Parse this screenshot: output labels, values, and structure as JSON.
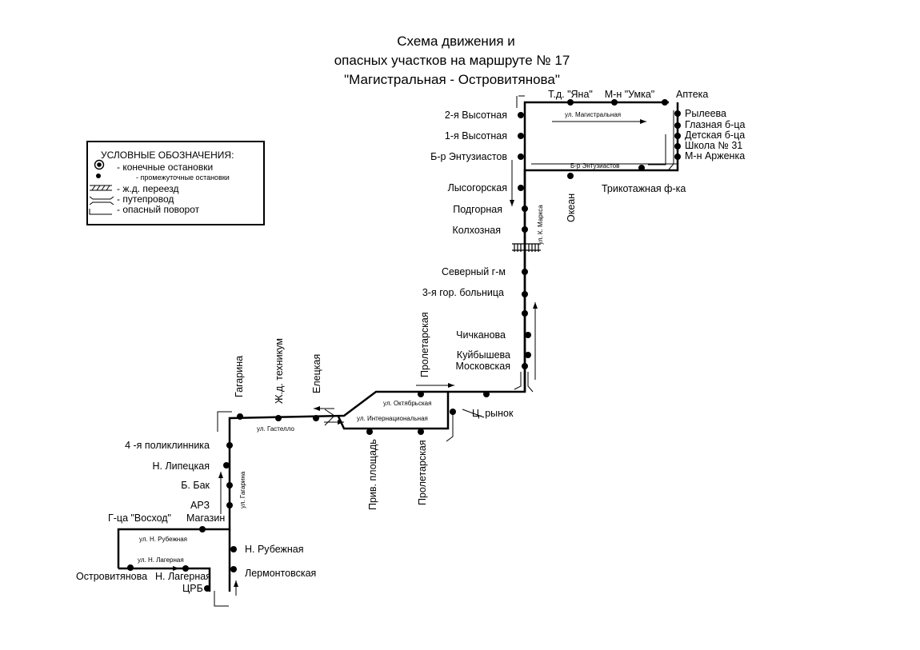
{
  "title": {
    "line1": "Схема  движения и",
    "line2": "опасных участков на маршруте № 17",
    "line3": "\"Магистральная - Островитянова\""
  },
  "legend": {
    "heading": "УСЛОВНЫЕ ОБОЗНАЧЕНИЯ:",
    "items": [
      "- конечные остановки",
      "- промежуточные остановки",
      "- ж.д. переезд",
      "- путепровод",
      "- опасный поворот"
    ]
  },
  "stops": {
    "td_yana": "Т.д. \"Яна\"",
    "mn_umka": "М-н \"Умка\"",
    "apteka": "Аптека",
    "ryleeva": "Рылеева",
    "glaznaya": "Глазная б-ца",
    "detskaya": "Детская б-ца",
    "shkola31": "Школа № 31",
    "mn_arzhenka": "М-н Арженка",
    "trikotazh": "Трикотажная ф-ка",
    "okean": "Океан",
    "vysotnaya2": "2-я Высотная",
    "vysotnaya1": "1-я Высотная",
    "br_entuz": "Б-р Энтузиастов",
    "lysogorskaya": "Лысогорская",
    "podgornaya": "Подгорная",
    "kolkhoznaya": "Колхозная",
    "severny": "Северный г-м",
    "bolnitsa3": "3-я гор. больница",
    "chichkanova": "Чичканова",
    "kuybysheva": "Куйбышева",
    "moskovskaya": "Московская",
    "proletarskaya_top": "Пролетарская",
    "ts_rynok": "Ц. рынок",
    "priv_ploshchad": "Прив. площадь",
    "proletarskaya_bottom": "Пролетарская",
    "eletskaya": "Елецкая",
    "zhd_tekhnikum": "Ж.д. техникум",
    "gagarina": "Гагарина",
    "poliklinika4": "4 -я поликлинника",
    "n_lipetskaya": "Н. Липецкая",
    "b_bak": "Б. Бак",
    "arz": "АРЗ",
    "magazin": "Магазин",
    "gts_voskhod": "Г-ца \"Восход\"",
    "n_rubezhnaya": "Н. Рубежная",
    "lermontovskaya": "Лермонтовская",
    "ostrovityanova": "Островитянова",
    "n_lagernaya": "Н. Лагерная",
    "tsrb": "ЦРБ"
  },
  "streets": {
    "magistralnaya": "ул. Магистральная",
    "br_entuziastov": "Б-р Энтузиастов",
    "k_marksa": "ул. К. Маркса",
    "oktyabrskaya": "ул. Октябрьская",
    "internatsionalnaya": "ул. Интернациональная",
    "gastello": "ул. Гастелло",
    "gagarina": "ул. Гагарина",
    "n_rubezhnaya": "ул. Н. Рубежная",
    "n_lagernaya": "ул. Н. Лагерная"
  },
  "colors": {
    "ink": "#000000",
    "paper": "#ffffff"
  }
}
